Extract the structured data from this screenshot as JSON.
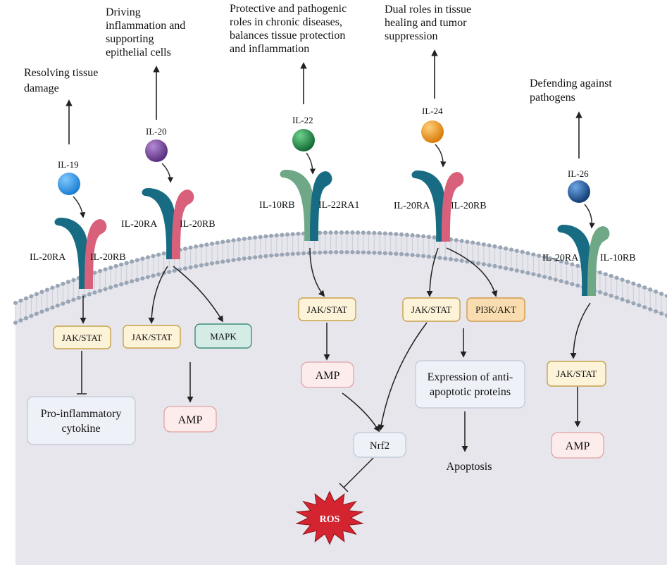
{
  "roles": {
    "il19": [
      "Resolving tissue",
      "damage"
    ],
    "il20": [
      "Driving",
      "inflammation and",
      "supporting",
      "epithelial cells"
    ],
    "il22": [
      "Protective and pathogenic",
      "roles in chronic diseases,",
      "balances tissue protection",
      "and inflammation"
    ],
    "il24": [
      "Dual roles in tissue",
      "healing and tumor",
      "suppression"
    ],
    "il26": [
      "Defending against",
      "pathogens"
    ]
  },
  "cytokines": {
    "il19": "IL-19",
    "il20": "IL-20",
    "il22": "IL-22",
    "il24": "IL-24",
    "il26": "IL-26"
  },
  "receptors": {
    "il19_a": "IL-20RA",
    "il19_b": "IL-20RB",
    "il20_a": "IL-20RA",
    "il20_b": "IL-20RB",
    "il22_a": "IL-10RB",
    "il22_b": "IL-22RA1",
    "il24_a": "IL-20RA",
    "il24_b": "IL-20RB",
    "il26_a": "IL-20RA",
    "il26_b": "IL-10RB"
  },
  "pathways": {
    "il19_jak": "JAK/STAT",
    "il20_jak": "JAK/STAT",
    "il20_mapk": "MAPK",
    "il22_jak": "JAK/STAT",
    "il24_jak": "JAK/STAT",
    "il24_pi3k": "PI3K/AKT",
    "il26_jak": "JAK/STAT"
  },
  "outputs": {
    "proinflammatory": [
      "Pro-inflammatory",
      "cytokine"
    ],
    "amp_il20": "AMP",
    "amp_il22": "AMP",
    "amp_il26": "AMP",
    "nrf2": "Nrf2",
    "ros": "ROS",
    "antiapoptotic": [
      "Expression of anti-",
      "apoptotic proteins"
    ],
    "apoptosis": "Apoptosis"
  },
  "colors": {
    "cytoplasm": "#e6e6ec",
    "membrane_head": "#9aa6b6",
    "receptor_teal": "#176c84",
    "receptor_pink": "#d9607a",
    "receptor_green": "#6ea887",
    "il19": "#1d7fd2",
    "il20": "#6b3c8f",
    "il22": "#1c7a40",
    "il24": "#e08a12",
    "il26": "#1b4c8a",
    "jak_fill": "#fcf3d9",
    "jak_stroke": "#c9a24a",
    "pi3k_fill": "#f9ddb0",
    "pi3k_stroke": "#d39a4a",
    "mapk_fill": "#d5ebe6",
    "mapk_stroke": "#3e8d7d",
    "amp_fill": "#fcecec",
    "amp_stroke": "#e3a3a3",
    "box_fill": "#eef1f7",
    "box_stroke": "#bcc7d6",
    "ros": "#d42430"
  }
}
